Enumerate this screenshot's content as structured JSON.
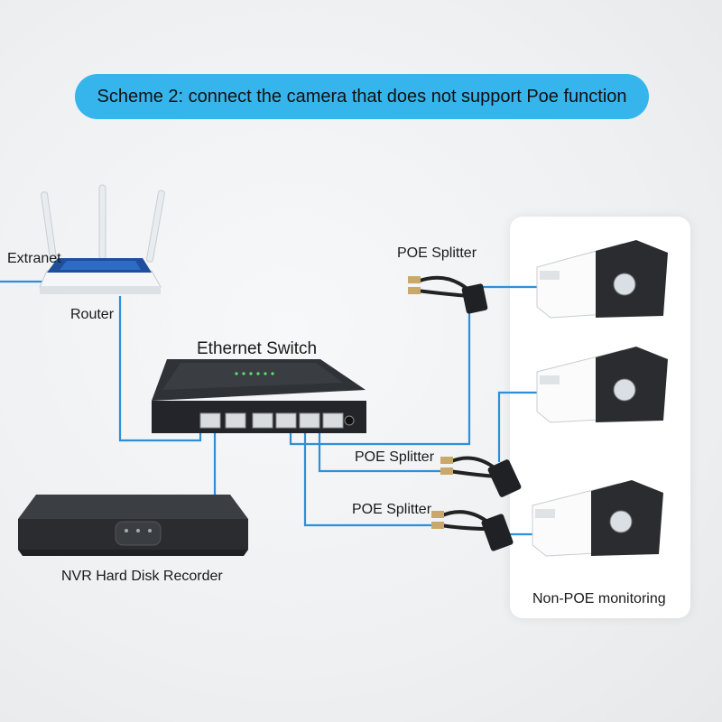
{
  "title": "Scheme 2: connect the camera that does not support Poe function",
  "labels": {
    "extranet": "Extranet",
    "router": "Router",
    "ethernet_switch": "Ethernet Switch",
    "nvr": "NVR Hard Disk Recorder",
    "poe_splitter_1": "POE Splitter",
    "poe_splitter_2": "POE Splitter",
    "poe_splitter_3": "POE Splitter",
    "non_poe_monitoring": "Non-POE monitoring"
  },
  "colors": {
    "title_bg": "#36b4ec",
    "cable": "#2f8fd6",
    "device_dark": "#2a2c30"
  }
}
